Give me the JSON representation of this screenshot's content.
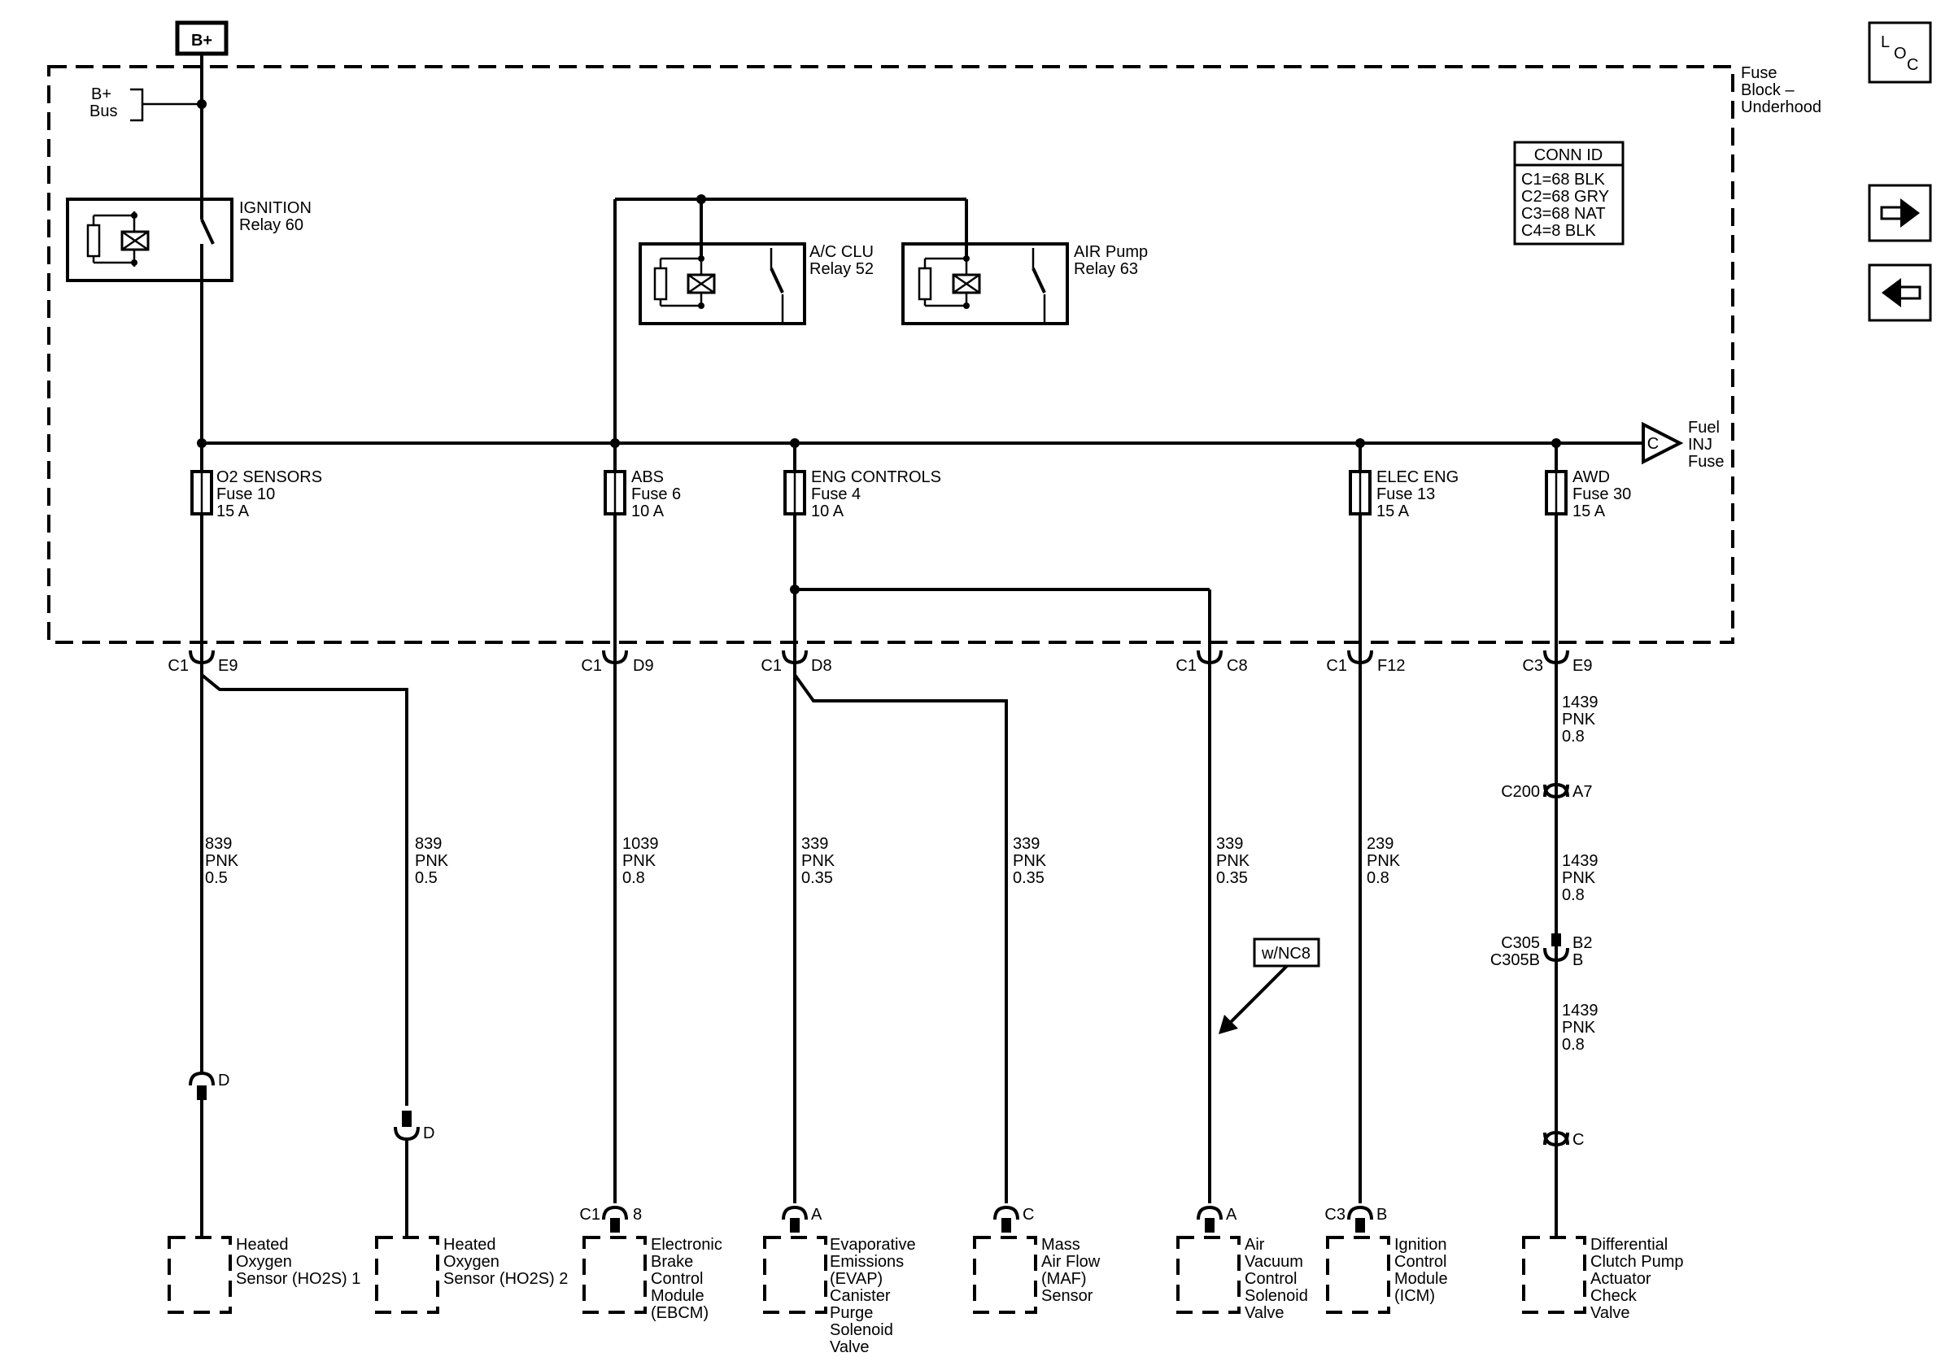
{
  "power_source": "B+",
  "bus_label": [
    "B+",
    "Bus"
  ],
  "fuse_block_label": [
    "Fuse",
    "Block –",
    "Underhood"
  ],
  "conn_id": {
    "title": "CONN ID",
    "lines": [
      "C1=68 BLK",
      "C2=68 GRY",
      "C3=68 NAT",
      "C4=8 BLK"
    ]
  },
  "relays": [
    {
      "name": "IGNITION",
      "relay": "Relay 60"
    },
    {
      "name": "A/C CLU",
      "relay": "Relay 52"
    },
    {
      "name": "AIR Pump",
      "relay": "Relay 63"
    }
  ],
  "fuel_inj": {
    "letter": "C",
    "label": [
      "Fuel",
      "INJ",
      "Fuse"
    ]
  },
  "fuses": [
    {
      "name": "O2 SENSORS",
      "fuse": "Fuse 10",
      "amps": "15 A"
    },
    {
      "name": "ABS",
      "fuse": "Fuse 6",
      "amps": "10 A"
    },
    {
      "name": "ENG CONTROLS",
      "fuse": "Fuse 4",
      "amps": "10 A"
    },
    {
      "name": "ELEC ENG",
      "fuse": "Fuse 13",
      "amps": "15 A"
    },
    {
      "name": "AWD",
      "fuse": "Fuse 30",
      "amps": "15 A"
    }
  ],
  "connectors": [
    {
      "conn": "C1",
      "pin": "E9"
    },
    {
      "conn": "C1",
      "pin": "D9"
    },
    {
      "conn": "C1",
      "pin": "D8"
    },
    {
      "conn": "C1",
      "pin": "C8"
    },
    {
      "conn": "C1",
      "pin": "F12"
    },
    {
      "conn": "C3",
      "pin": "E9"
    }
  ],
  "wires": [
    {
      "circuit": "839",
      "color": "PNK",
      "gauge": "0.5"
    },
    {
      "circuit": "839",
      "color": "PNK",
      "gauge": "0.5"
    },
    {
      "circuit": "1039",
      "color": "PNK",
      "gauge": "0.8"
    },
    {
      "circuit": "339",
      "color": "PNK",
      "gauge": "0.35"
    },
    {
      "circuit": "339",
      "color": "PNK",
      "gauge": "0.35"
    },
    {
      "circuit": "339",
      "color": "PNK",
      "gauge": "0.35"
    },
    {
      "circuit": "239",
      "color": "PNK",
      "gauge": "0.8"
    },
    {
      "circuit": "1439",
      "color": "PNK",
      "gauge": "0.8"
    },
    {
      "circuit": "1439",
      "color": "PNK",
      "gauge": "0.8"
    },
    {
      "circuit": "1439",
      "color": "PNK",
      "gauge": "0.8"
    }
  ],
  "inline_connectors": [
    {
      "conn": "C200",
      "pin": "A7"
    },
    {
      "conn": [
        "C305",
        "C305B"
      ],
      "pin": [
        "B2",
        "B"
      ]
    }
  ],
  "option_tag": "w/NC8",
  "component_pins": [
    {
      "conn": "",
      "pin": "D"
    },
    {
      "conn": "",
      "pin": "D"
    },
    {
      "conn": "C1",
      "pin": "8"
    },
    {
      "conn": "",
      "pin": "A"
    },
    {
      "conn": "",
      "pin": "C"
    },
    {
      "conn": "",
      "pin": "A"
    },
    {
      "conn": "C3",
      "pin": "B"
    },
    {
      "conn": "",
      "pin": "C"
    }
  ],
  "components": [
    [
      "Heated",
      "Oxygen",
      "Sensor (HO2S) 1"
    ],
    [
      "Heated",
      "Oxygen",
      "Sensor (HO2S) 2"
    ],
    [
      "Electronic",
      "Brake",
      "Control",
      "Module",
      "(EBCM)"
    ],
    [
      "Evaporative",
      "Emissions",
      "(EVAP)",
      "Canister",
      "Purge",
      "Solenoid",
      "Valve"
    ],
    [
      "Mass",
      "Air Flow",
      "(MAF)",
      "Sensor"
    ],
    [
      "Air",
      "Vacuum",
      "Control",
      "Solenoid",
      "Valve"
    ],
    [
      "Ignition",
      "Control",
      "Module",
      "(ICM)"
    ],
    [
      "Differential",
      "Clutch Pump",
      "Actuator",
      "Check",
      "Valve"
    ]
  ],
  "nav": {
    "loc_letters": [
      "L",
      "O",
      "C"
    ],
    "next_icon": "arrow-right-icon",
    "prev_icon": "arrow-left-icon"
  }
}
